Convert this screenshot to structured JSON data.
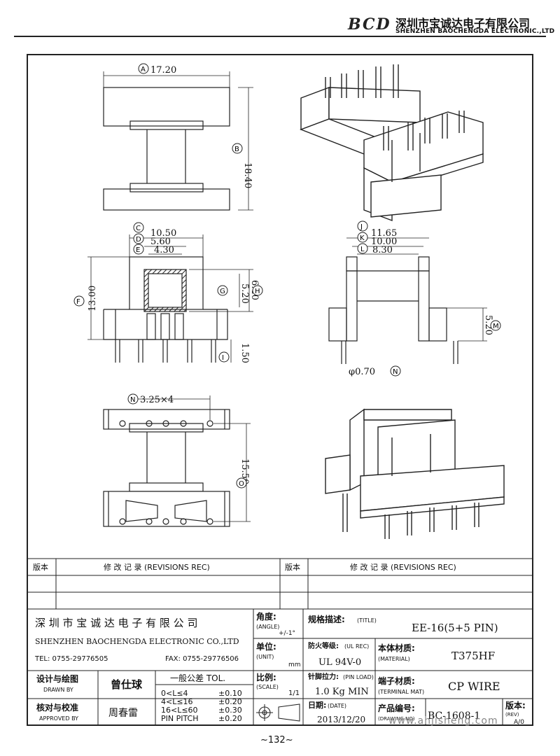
{
  "header": {
    "logo": "BCD",
    "company_cn": "深圳市宝诚达电子有限公司",
    "company_en": "SHENZHEN BAOCHENGDA ELECTRONIC.,LTD"
  },
  "dimensions": {
    "A": "17.20",
    "B": "18.40",
    "C": "10.50",
    "D": "5.60",
    "E": "4.30",
    "F": "13.00",
    "G": "5.20",
    "H": "6.40",
    "I": "1.50",
    "J": "11.65",
    "K": "10.00",
    "L": "8.30",
    "M": "5.20",
    "N_dia": "φ0.70",
    "N_pitch": "3.25×4",
    "O": "15.50"
  },
  "markers": {
    "A": "A",
    "B": "B",
    "C": "C",
    "D": "D",
    "E": "E",
    "F": "F",
    "G": "G",
    "H": "H",
    "I": "I",
    "J": "J",
    "K": "K",
    "L": "L",
    "M": "M",
    "N": "N",
    "O": "O"
  },
  "revision_table": {
    "rev_label": "版本",
    "rec_label": "修 改 记 录 (REVISIONS REC)"
  },
  "title_block": {
    "company_cn": "深 圳 市 宝 诚 达 电 子 有 限 公 司",
    "company_en": "SHENZHEN BAOCHENGDA ELECTRONIC CO.,LTD",
    "tel": "TEL: 0755-29776505",
    "fax": "FAX: 0755-29776506",
    "angle_label": "角度:",
    "angle_label_en": "(ANGLE)",
    "angle_value": "+/-1°",
    "unit_label": "单位:",
    "unit_label_en": "(UNIT)",
    "unit_value": "mm",
    "scale_label": "比例:",
    "scale_label_en": "(SCALE)",
    "scale_value": "1/1",
    "title_label": "规格描述:",
    "title_label_en": "(TITLE)",
    "title_value": "EE-16(5+5 PIN)",
    "ul_label": "防火等级:",
    "ul_label_en": "(UL REC)",
    "ul_value": "UL 94V-0",
    "material_label": "本体材质:",
    "material_label_en": "(MATERIAL)",
    "material_value": "T375HF",
    "pin_load_label": "针脚拉力:",
    "pin_load_label_en": "(PIN LOAD)",
    "pin_load_value": "1.0 Kg MIN",
    "terminal_label": "端子材质:",
    "terminal_label_en": "(TERMINAL MAT)",
    "terminal_value": "CP WIRE",
    "date_label": "日期:",
    "date_label_en": "(DATE)",
    "date_value": "2013/12/20",
    "drawing_no_label": "产品编号:",
    "drawing_no_label_en": "(DRAWING NO)",
    "drawing_no_value": "BC-1608-1",
    "rev_label": "版本:",
    "rev_label_en": "(REV)",
    "rev_value": "A/0",
    "drawn_label": "设计与绘图",
    "drawn_label_en": "DRAWN BY",
    "drawn_value": "曾仕球",
    "approved_label": "核对与校准",
    "approved_label_en": "APPROVED BY",
    "approved_value": "周春雷",
    "tol_title": "一般公差 TOL.",
    "tol_rows": [
      {
        "range": "0<L≤4",
        "tol": "±0.10"
      },
      {
        "range": "4<L≤16",
        "tol": "±0.20"
      },
      {
        "range": "16<L≤60",
        "tol": "±0.30"
      },
      {
        "range": "PIN PITCH",
        "tol": "±0.20"
      }
    ]
  },
  "page_number": "~132~",
  "watermark": "www.ahjisheng.com"
}
